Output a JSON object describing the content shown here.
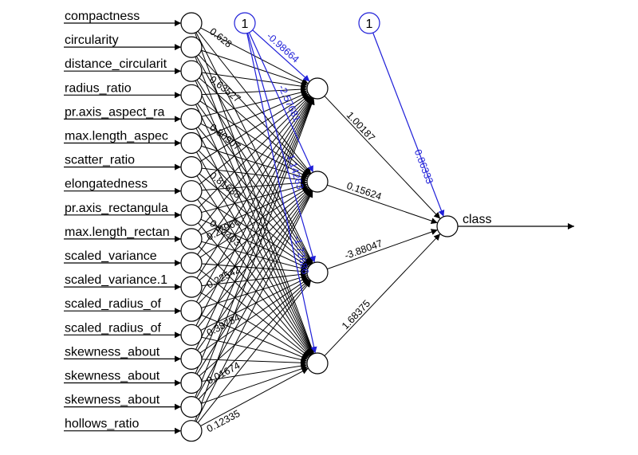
{
  "inputs": [
    "compactness",
    "circularity",
    "distance_circularit",
    "radius_ratio",
    "pr.axis_aspect_ra",
    "max.length_aspec",
    "scatter_ratio",
    "elongatedness",
    "pr.axis_rectangula",
    "max.length_rectan",
    "scaled_variance",
    "scaled_variance.1",
    "scaled_radius_of",
    "scaled_radius_of",
    "skewness_about",
    "skewness_about",
    "skewness_about",
    "hollows_ratio"
  ],
  "hidden_count": 4,
  "output_label": "class",
  "bias_labels": {
    "hidden": "1",
    "output": "1"
  },
  "hidden_bias_weights": [
    "-0.98664",
    "-2.57681",
    "1.14263",
    "-1.72686"
  ],
  "output_bias_weight": "0.86333",
  "hidden_output_weights": [
    "1.00187",
    "0.15624",
    "-3.88047",
    "1.68375"
  ],
  "input_weight_labels": [
    "0.628",
    "0.63527",
    "0.80907",
    "0.81638",
    "0.12403",
    "0.22966",
    "0.22542",
    "0.38754",
    "0.01674",
    "0.12335"
  ],
  "colors": {
    "bias": "#1f1fd8",
    "main": "#000000"
  }
}
